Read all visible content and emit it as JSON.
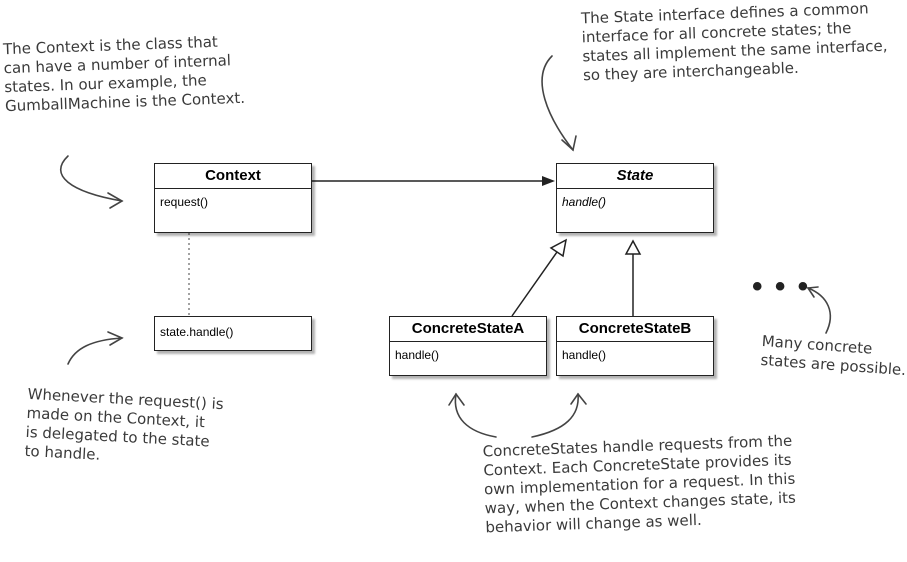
{
  "diagram": {
    "context": {
      "name": "Context",
      "operation": "request()"
    },
    "context_impl": {
      "code": "state.handle()"
    },
    "state": {
      "name": "State",
      "operation": "handle()"
    },
    "concrete_a": {
      "name": "ConcreteStateA",
      "operation": "handle()"
    },
    "concrete_b": {
      "name": "ConcreteStateB",
      "operation": "handle()"
    },
    "ellipsis": "• • •"
  },
  "annotations": {
    "context_note": "The Context is the class that\ncan have a number of internal\nstates. In our example, the\nGumballMachine is the Context.",
    "state_note": "The State interface defines a common\ninterface for all concrete states; the\nstates all implement the same interface,\nso they are interchangeable.",
    "request_note": "Whenever the request() is\nmade on the Context, it\nis delegated to the state\nto handle.",
    "concrete_note": "ConcreteStates handle requests from the\nContext. Each ConcreteState provides its\nown implementation for a request. In this\nway, when the Context changes state, its\nbehavior will change as well.",
    "many_note": "Many concrete\nstates are possible."
  }
}
